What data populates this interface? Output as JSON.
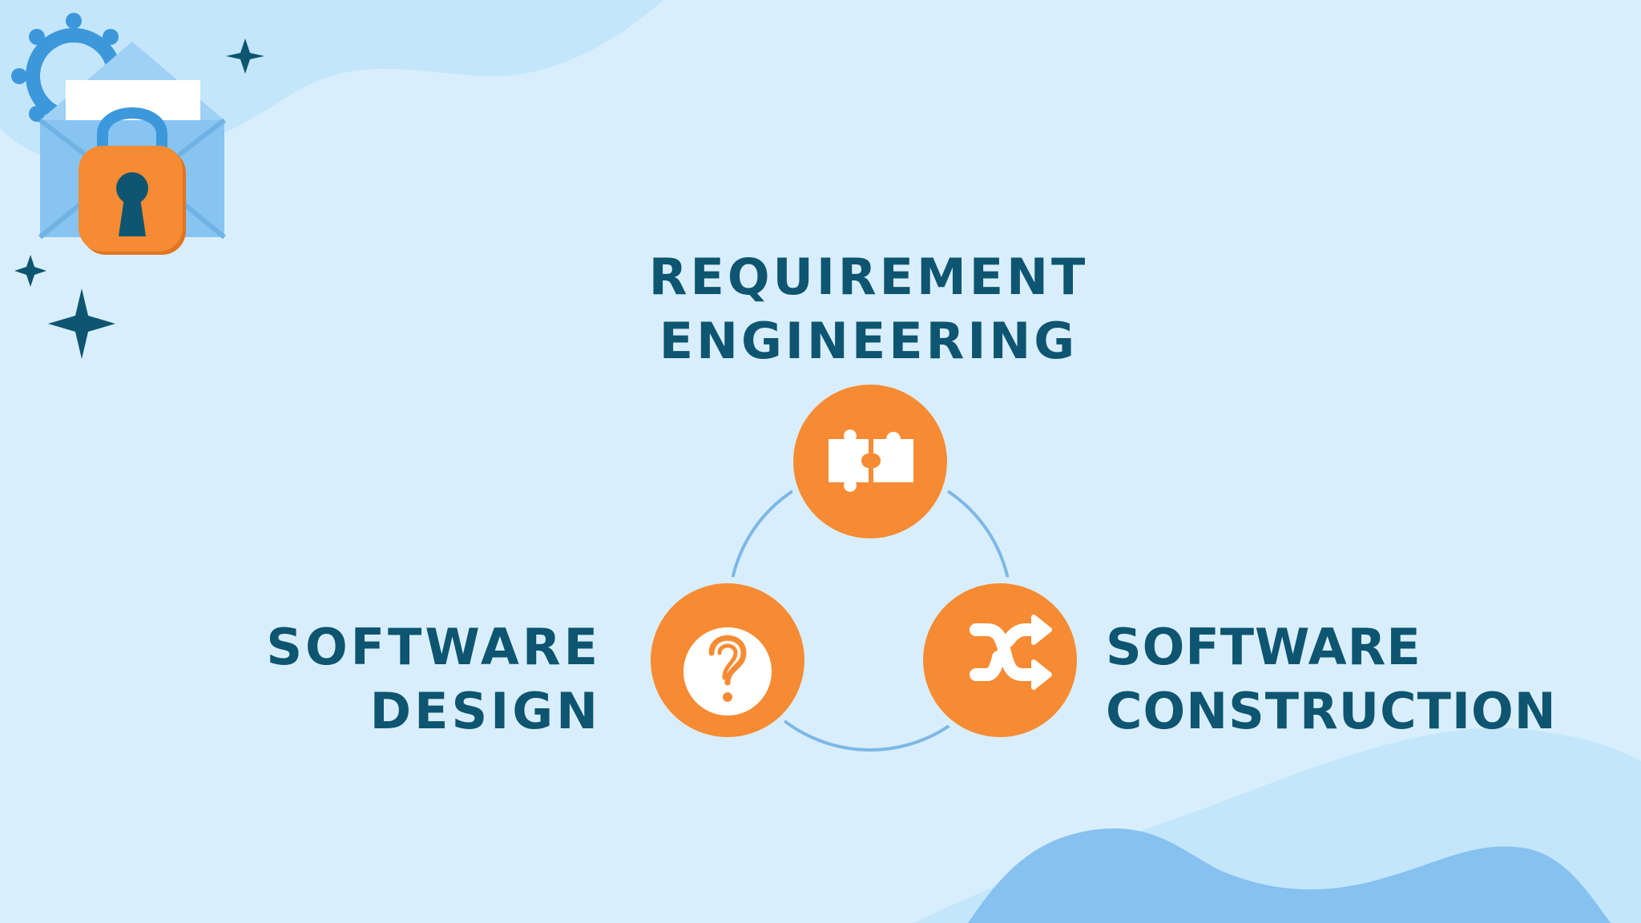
{
  "colors": {
    "background": "#d9eefc",
    "wave_light": "#c3e6fb",
    "wave_mid": "#9fd0f5",
    "wave_dark": "#86c1f0",
    "cycle_line": "#7db8e6",
    "node_fill": "#f68b33",
    "node_icon": "#ffffff",
    "text": "#0d5570",
    "star": "#0d5570",
    "lock_body": "#f68b33",
    "envelope": "#87c4f2",
    "gear": "#3d98db"
  },
  "icons": {
    "decoration": [
      "gear-icon",
      "envelope-icon",
      "padlock-icon",
      "sparkle-icon"
    ],
    "requirement_node": "puzzle-icon",
    "design_node": "question-icon",
    "construction_node": "shuffle-arrows-icon"
  },
  "diagram": {
    "type": "cycle",
    "stages": [
      {
        "id": "requirement-engineering",
        "lines": [
          "REQUIREMENT",
          "ENGINEERING"
        ],
        "icon": "puzzle-icon"
      },
      {
        "id": "software-construction",
        "lines": [
          "SOFTWARE",
          "CONSTRUCTION"
        ],
        "icon": "shuffle-arrows-icon"
      },
      {
        "id": "software-design",
        "lines": [
          "SOFTWARE",
          "DESIGN"
        ],
        "icon": "question-icon"
      }
    ]
  }
}
